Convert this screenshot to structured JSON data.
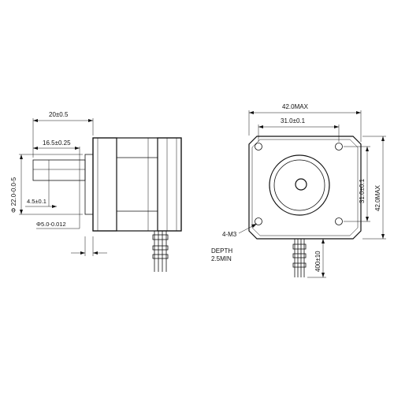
{
  "side_view": {
    "dim_body_length": "20±0.5",
    "dim_shaft_flat": "16.5±0.25",
    "dim_boss_diameter": "Φ 22.0-0.0-5",
    "dim_step": "4.5±0.1",
    "dim_shaft_diameter": "Φ5.0-0.012"
  },
  "front_view": {
    "dim_width": "42.0MAX",
    "dim_hole_spacing_h": "31.0±0.1",
    "dim_hole_spacing_v": "31.0±0.1",
    "dim_height": "42.0MAX",
    "dim_cable_length": "400±10",
    "hole_callout": "4-M3",
    "depth_label": "DEPTH",
    "depth_value": "2.5MIN"
  }
}
